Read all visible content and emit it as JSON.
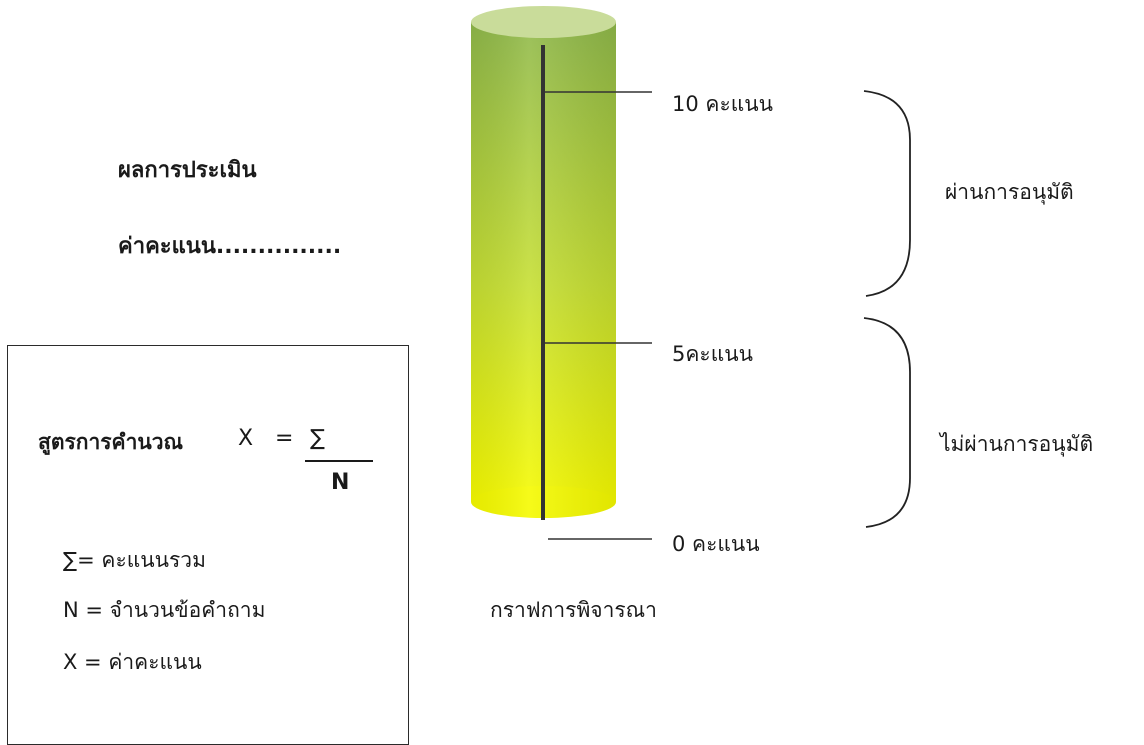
{
  "result": {
    "title": "ผลการประเมิน",
    "score_label": "ค่าคะแนน..............."
  },
  "formula": {
    "label": "สูตรการคำนวณ",
    "x_symbol": "X",
    "equals_sign": "=",
    "sum_symbol": "∑",
    "n_symbol": "N",
    "legend": [
      "∑= คะแนนรวม",
      "N = จำนวนข้อคำถาม",
      "X = ค่าคะแนน"
    ]
  },
  "scale": {
    "marks": [
      {
        "label": "10 คะแนน",
        "value": 10
      },
      {
        "label": "5คะแนน",
        "value": 5
      },
      {
        "label": "0 คะแนน",
        "value": 0
      }
    ],
    "bands": [
      {
        "label": "ผ่านการอนุมัติ",
        "from": 5,
        "to": 10
      },
      {
        "label": "ไม่ผ่านการอนุมัติ",
        "from": 0,
        "to": 5
      }
    ],
    "caption": "กราฟการพิจารณา",
    "colors": {
      "cylinder_top": "#8fb84a",
      "cylinder_bottom": "#f5fa00",
      "cylinder_cap": "#c9dc9a",
      "axis_line": "#333333"
    }
  }
}
